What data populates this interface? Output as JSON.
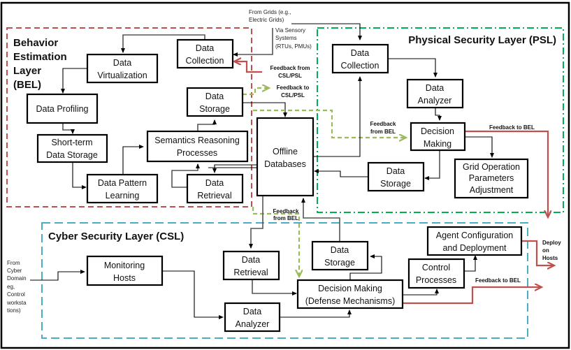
{
  "layers": {
    "bel": {
      "title": [
        "Behavior",
        "Estimation",
        "Layer",
        "(BEL)"
      ],
      "color": "#c0504d"
    },
    "psl": {
      "title": "Physical Security Layer (PSL)",
      "color": "#00b050"
    },
    "csl": {
      "title": "Cyber Security Layer (CSL)",
      "color": "#4bacc6"
    }
  },
  "boxes": {
    "bel_data_collection": [
      "Data",
      "Collection"
    ],
    "bel_data_virtualization": [
      "Data",
      "Virtualization"
    ],
    "bel_data_profiling": [
      "Data Profiling"
    ],
    "bel_short_term_storage": [
      "Short-term",
      "Data Storage"
    ],
    "bel_data_pattern_learning": [
      "Data Pattern",
      "Learning"
    ],
    "bel_semantics_reasoning": [
      "Semantics  Reasoning",
      "Processes"
    ],
    "bel_data_storage": [
      "Data",
      "Storage"
    ],
    "bel_data_retrieval": [
      "Data",
      "Retrieval"
    ],
    "offline_databases": [
      "Offline",
      "Databases"
    ],
    "psl_data_collection": [
      "Data",
      "Collection"
    ],
    "psl_data_analyzer": [
      "Data",
      "Analyzer"
    ],
    "psl_decision_making": [
      "Decision",
      "Making"
    ],
    "psl_data_storage": [
      "Data",
      "Storage"
    ],
    "psl_grid_operation": [
      "Grid Operation",
      "Parameters",
      "Adjustment"
    ],
    "csl_monitoring_hosts": [
      "Monitoring",
      "Hosts"
    ],
    "csl_data_retrieval": [
      "Data",
      "Retrieval"
    ],
    "csl_data_storage": [
      "Data",
      "Storage"
    ],
    "csl_decision_making": [
      "Decision  Making",
      "(Defense  Mechanisms)"
    ],
    "csl_data_analyzer": [
      "Data",
      "Analyzer"
    ],
    "csl_control_processes": [
      "Control",
      "Processes"
    ],
    "csl_agent_config": [
      "Agent Configuration",
      "and Deployment"
    ]
  },
  "annotations": {
    "from_grids": [
      "From Grids (e.g.,",
      "Electric Grids)"
    ],
    "via_sensory": [
      "Via Sensory",
      "Systems",
      "(RTUs, PMUs)"
    ],
    "feedback_from_csl_psl": [
      "Feedback from",
      "CSL/PSL"
    ],
    "feedback_to_csl_psl": [
      "Feedback to",
      "CSL/PSL"
    ],
    "psl_feedback_from_bel": [
      "Feedback",
      "from BEL"
    ],
    "psl_feedback_to_bel": "Feedback to BEL",
    "csl_feedback_from_bel": [
      "Feedback",
      "from BEL"
    ],
    "csl_feedback_to_bel": "Feedback to BEL",
    "deploy_on_hosts": [
      "Deploy",
      "on",
      "Hosts"
    ],
    "from_cyber_domain": [
      "From",
      "Cyber",
      "Domain",
      "eg,",
      "Control",
      "worksta",
      "tions)"
    ]
  }
}
